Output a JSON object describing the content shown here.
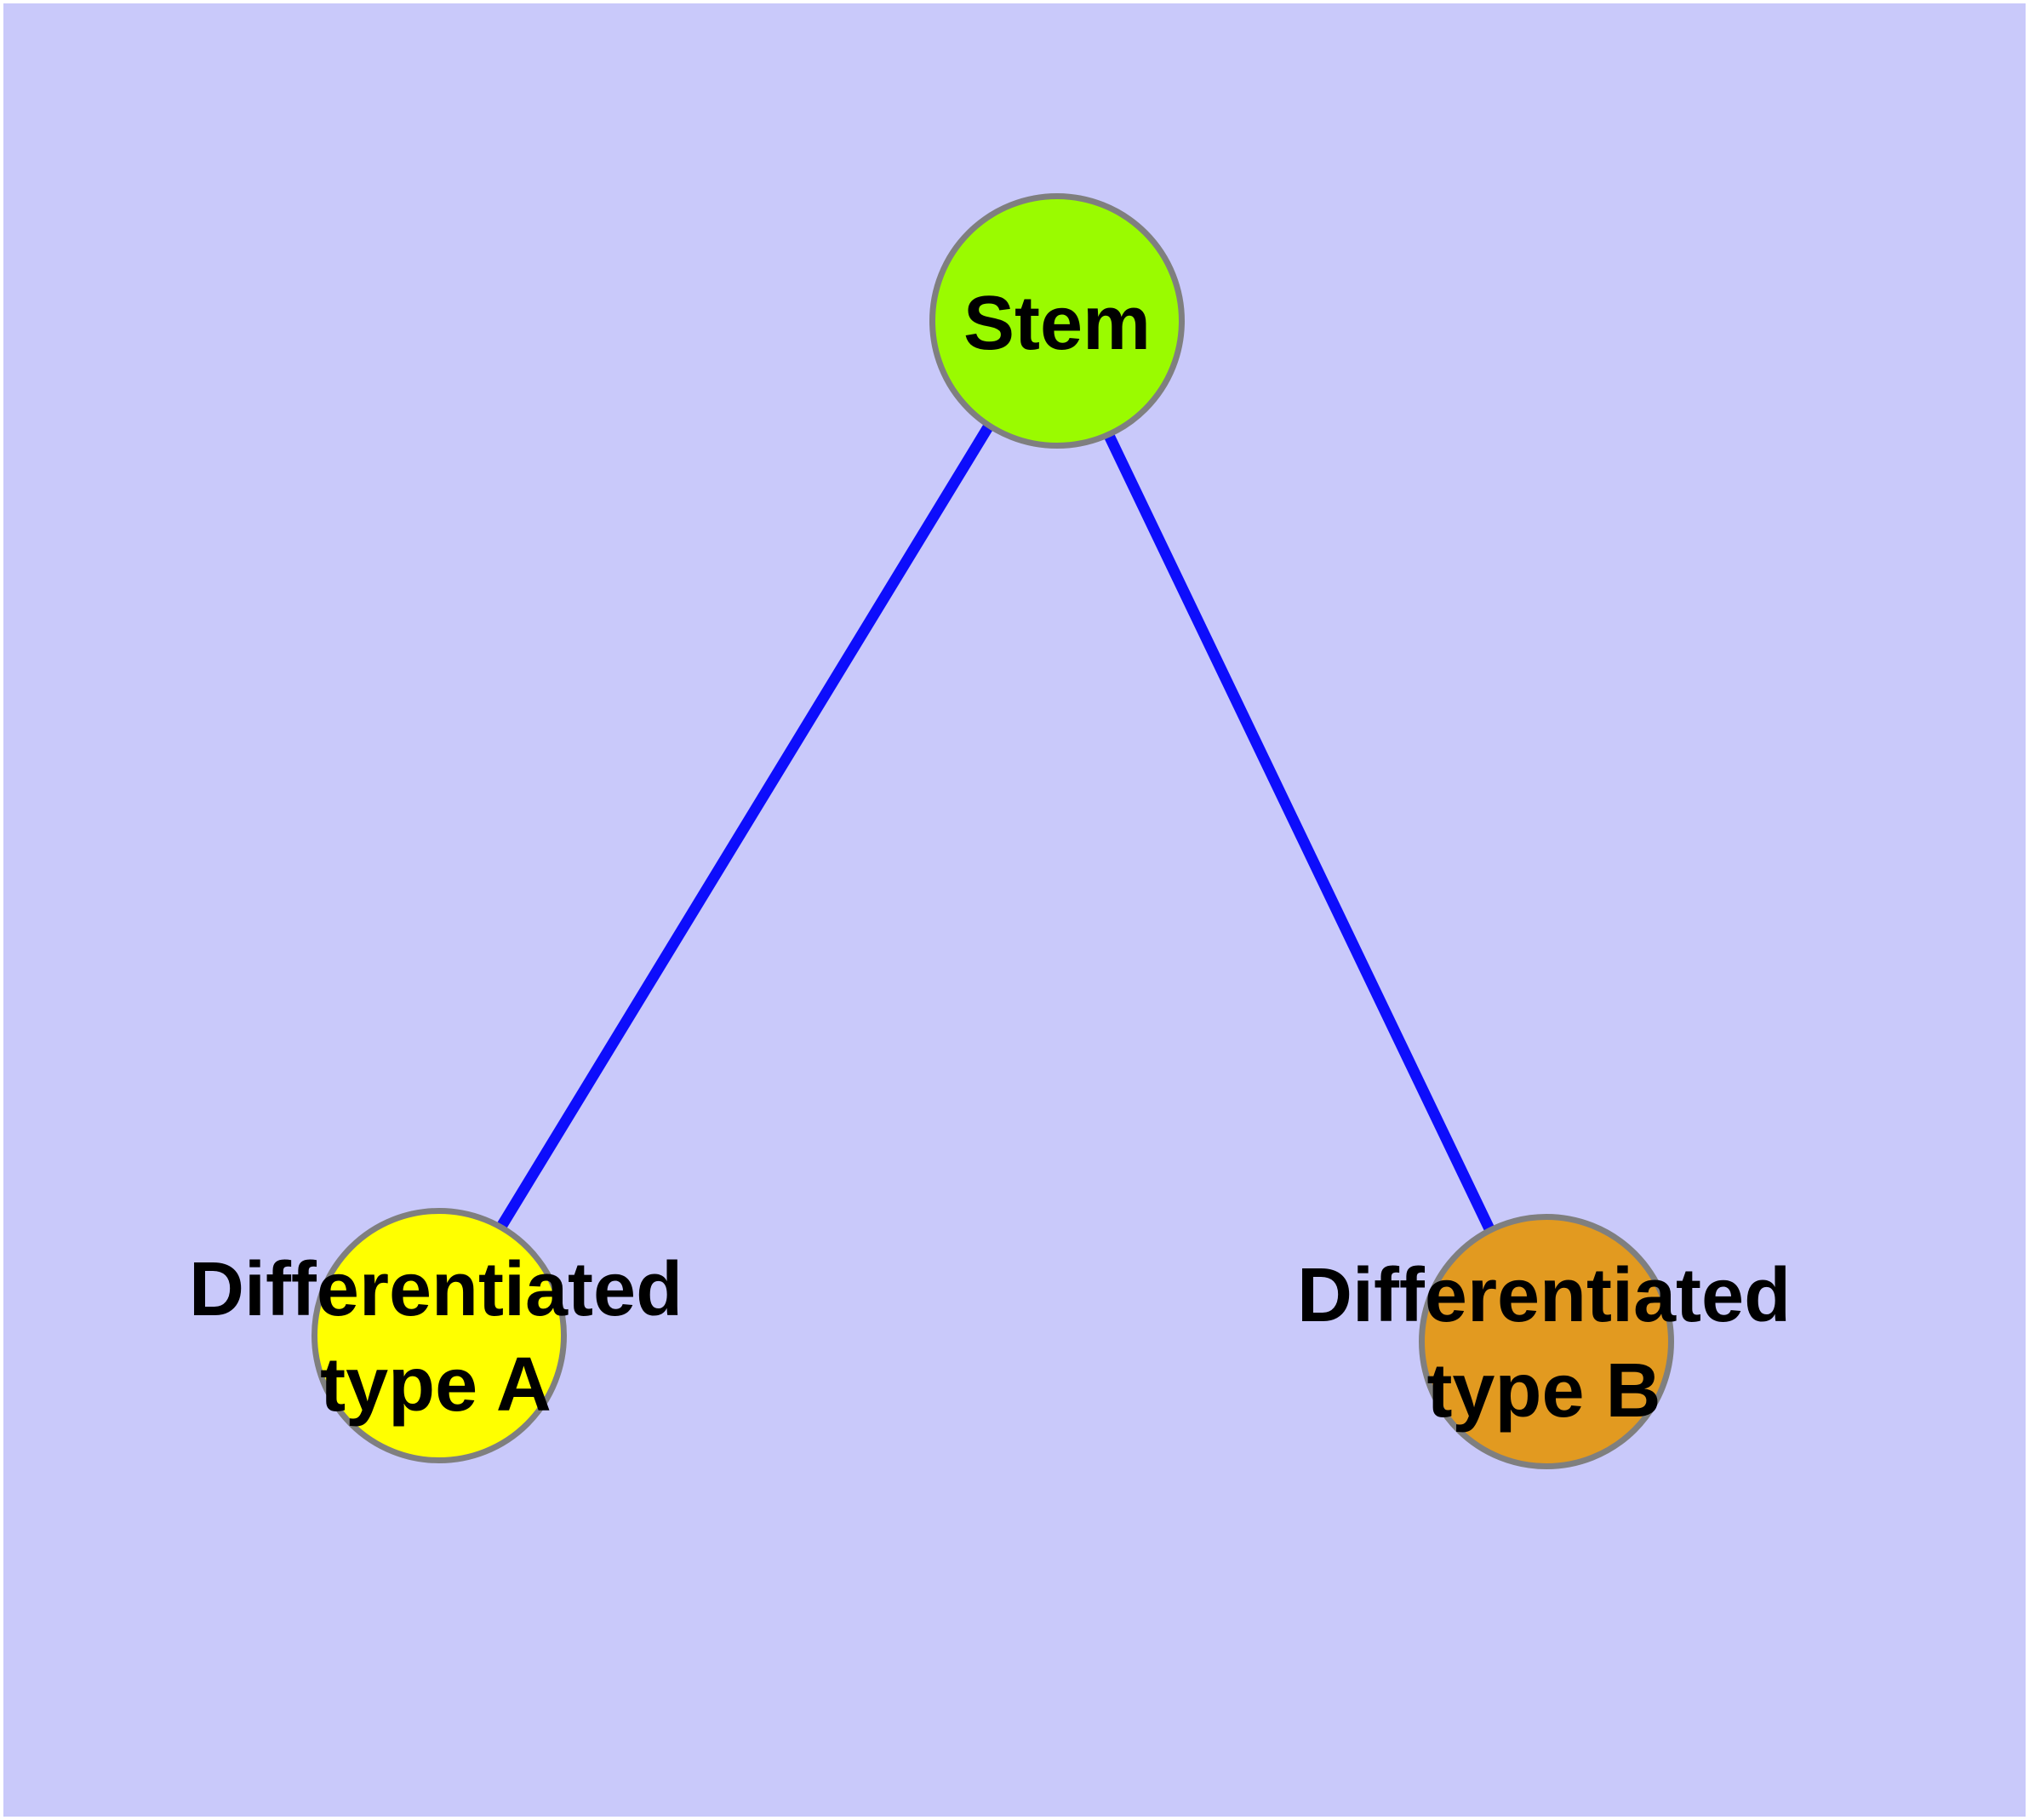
{
  "diagram": {
    "type": "graph",
    "background_color": "#C9C9FA",
    "node_border_color": "#7F7F7F",
    "edge_color": "#0D0DFC",
    "text_color": "#000000",
    "nodes": [
      {
        "id": "stem",
        "label": "Stem",
        "fill": "#9AFB00"
      },
      {
        "id": "differentiated-type-a",
        "label_line1": "Differentiated",
        "label_line2": "type A",
        "fill": "#FFFF00"
      },
      {
        "id": "differentiated-type-b",
        "label_line1": "Differentiated",
        "label_line2": "type B",
        "fill": "#E29A20"
      }
    ],
    "edges": [
      {
        "from": "Stem",
        "to": "Differentiated type A"
      },
      {
        "from": "Stem",
        "to": "Differentiated type B"
      }
    ]
  }
}
